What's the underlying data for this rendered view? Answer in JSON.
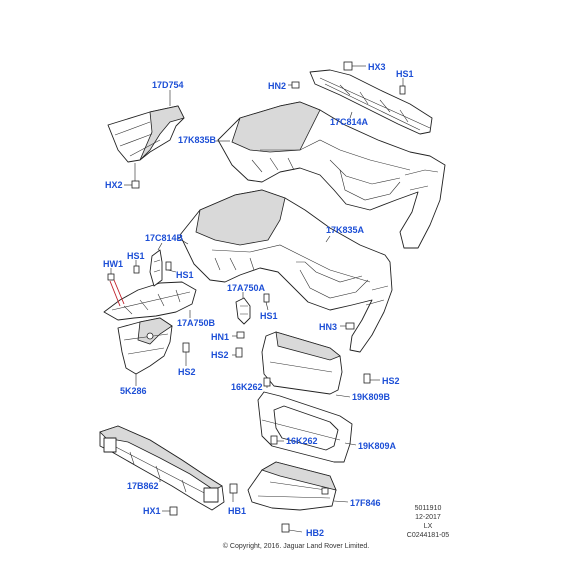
{
  "labels": {
    "17D754": "17D754",
    "HX2": "HX2",
    "HN2": "HN2",
    "HX3": "HX3",
    "HS1_top": "HS1",
    "17C814A": "17C814A",
    "17K835B": "17K835B",
    "17C814B": "17C814B",
    "17K835A": "17K835A",
    "HW1": "HW1",
    "HS1_left": "HS1",
    "HS1_mid": "HS1",
    "17A750A": "17A750A",
    "HS1_lower": "HS1",
    "17A750B": "17A750B",
    "HN1": "HN1",
    "HN3": "HN3",
    "HS2_mid": "HS2",
    "HS2_left": "HS2",
    "5K286": "5K286",
    "16K262_a": "16K262",
    "19K809B": "19K809B",
    "HS2_right": "HS2",
    "16K262_b": "16K262",
    "19K809A": "19K809A",
    "17B862": "17B862",
    "17F846": "17F846",
    "HX1": "HX1",
    "HB1": "HB1",
    "HB2": "HB2"
  },
  "info_block": {
    "line1": "5011910",
    "line2": "12-2017",
    "line3": "LX",
    "line4": "C0244181-05"
  },
  "copyright": "© Copyright, 2016. Jaguar Land Rover Limited."
}
